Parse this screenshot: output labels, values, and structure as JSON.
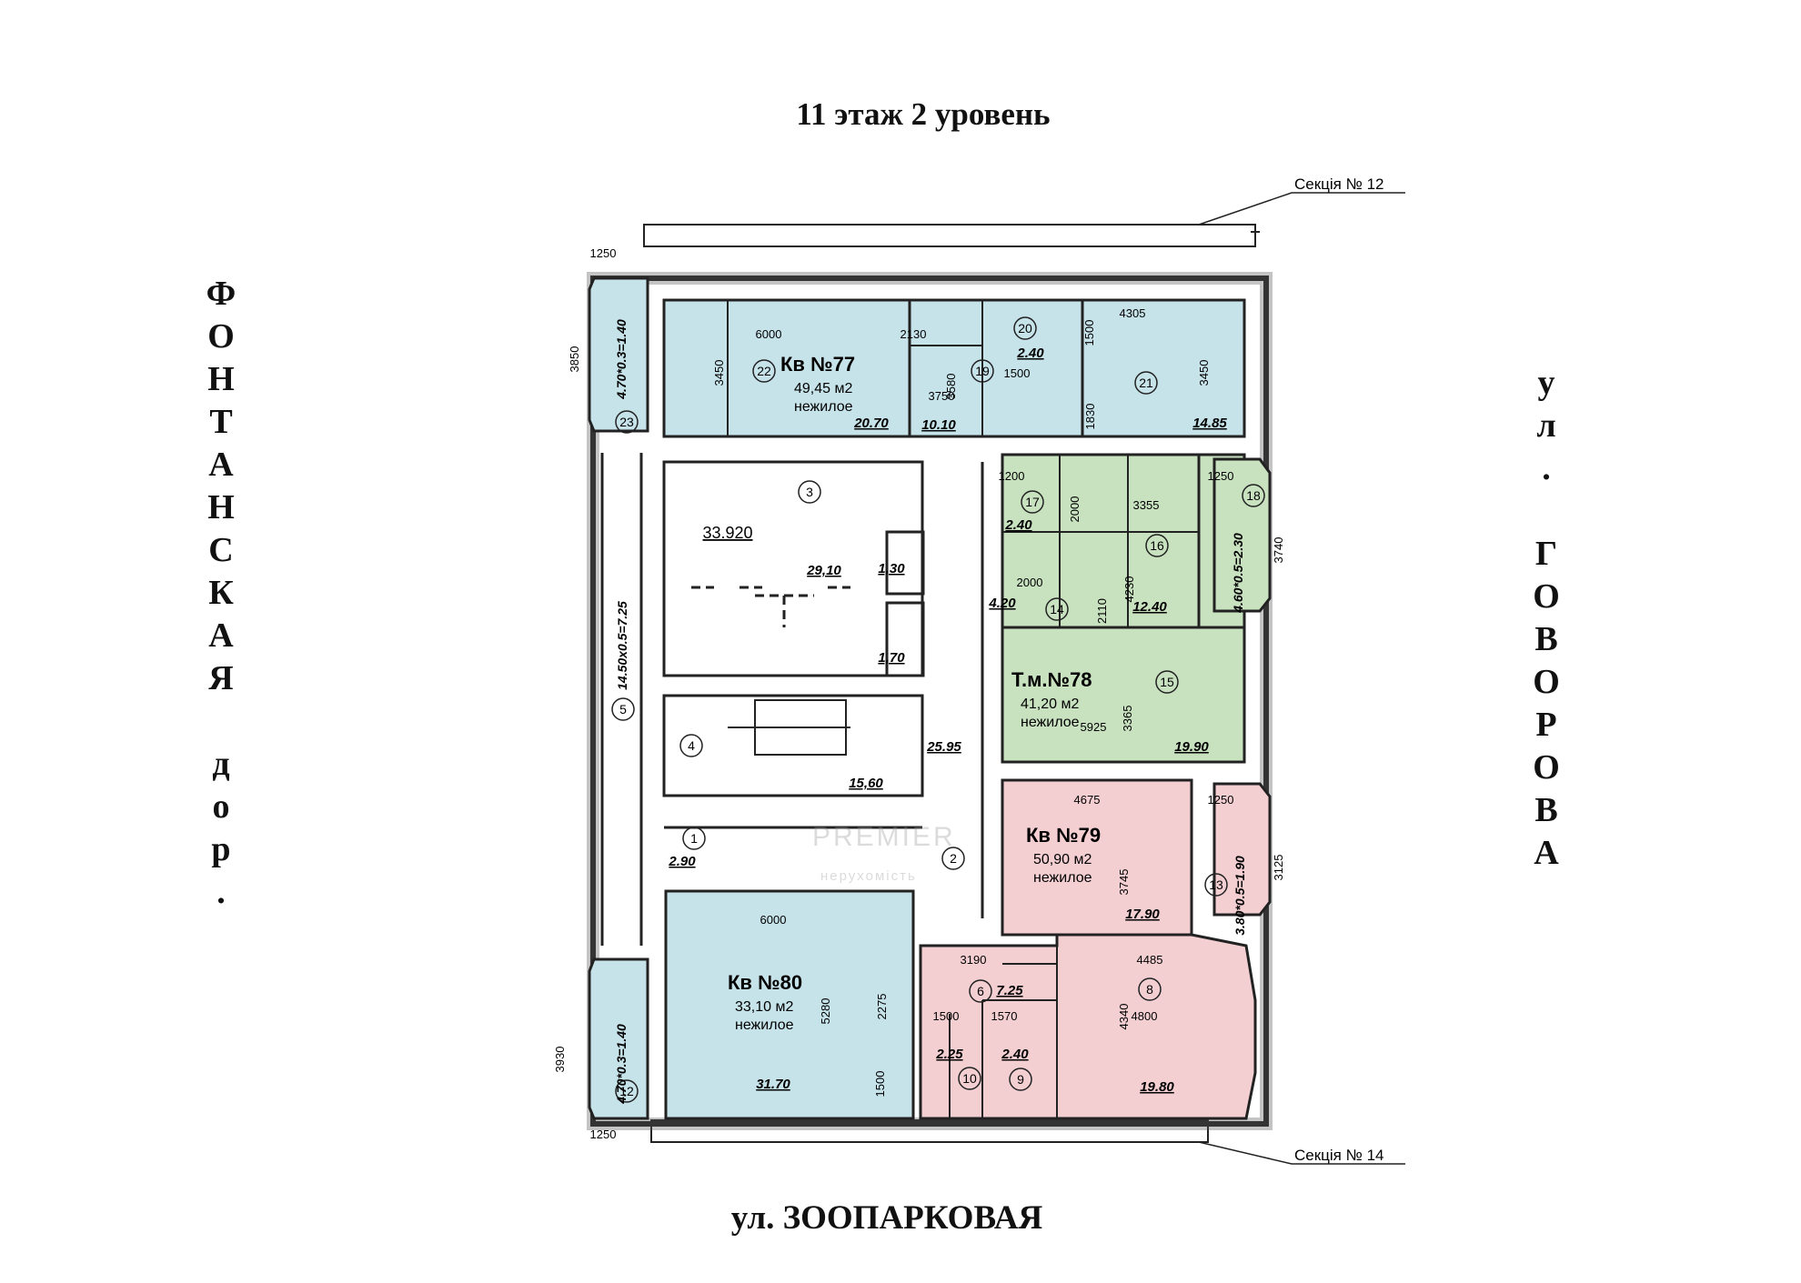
{
  "header": {
    "title": "11 этаж  2 уровень"
  },
  "streets": {
    "left": "ФОНТАНСКАЯ дор.",
    "right": "ул. ГОВОРОВА",
    "bottom": "ул. ЗООПАРКОВАЯ"
  },
  "sections": {
    "top": "Секція № 12",
    "bottom": "Секція № 14"
  },
  "watermark": {
    "line1": "PREMIER",
    "line2": "нерухомість"
  },
  "units": [
    {
      "name": "Кв №77",
      "area": "49,45 м2",
      "type": "нежилое",
      "color": "#c6e3ea"
    },
    {
      "name": "Т.м.№78",
      "area": "41,20 м2",
      "type": "нежилое",
      "color": "#c8e2c0"
    },
    {
      "name": "Кв №79",
      "area": "50,90 м2",
      "type": "нежилое",
      "color": "#f4cfd2"
    },
    {
      "name": "Кв №80",
      "area": "33,10 м2",
      "type": "нежилое",
      "color": "#c6e3ea"
    }
  ],
  "room_numbers": [
    "1",
    "2",
    "3",
    "4",
    "5",
    "6",
    "8",
    "9",
    "10",
    "12",
    "13",
    "14",
    "15",
    "16",
    "17",
    "18",
    "19",
    "20",
    "21",
    "22",
    "23"
  ],
  "areas": {
    "r22": "20.70",
    "r19": "10.10",
    "r20": "2.40",
    "r21": "14.85",
    "r3": "29,10",
    "lift1": "1,30",
    "lift2": "1,70",
    "r4": "15,60",
    "r2": "25.95",
    "r1": "2.90",
    "r17": "2.40",
    "r14": "4.20",
    "r16": "12.40",
    "r15": "19.90",
    "r79": "17.90",
    "r6": "7.25",
    "r10": "2.25",
    "r9": "2.40",
    "r8": "19.80",
    "r80": "31.70",
    "mark": "33.920"
  },
  "balconies": {
    "b23": "4.70*0.3=1.40",
    "b12": "4.70*0.3=1.40",
    "b18": "4.60*0.5=2.30",
    "b13": "3.80*0.5=1.90",
    "b5": "14.50x0.5=7.25"
  },
  "dimensions": {
    "d1250a": "1250",
    "d3850": "3850",
    "d6000a": "6000",
    "d3450a": "3450",
    "d2130": "2130",
    "d3580": "3580",
    "d3750": "3750",
    "d1500a": "1500",
    "d1500b": "1500",
    "d1830": "1830",
    "d4305": "4305",
    "d3450b": "3450",
    "d1200": "1200",
    "d2000a": "2000",
    "d3355": "3355",
    "d4230": "4230",
    "d2000b": "2000",
    "d2110": "2110",
    "d1250b": "1250",
    "d3740": "3740",
    "d3365": "3365",
    "d5925": "5925",
    "d4675": "4675",
    "d3745": "3745",
    "d1250c": "1250",
    "d3125": "3125",
    "d6000b": "6000",
    "d5280": "5280",
    "d2275": "2275",
    "d1500c": "1500",
    "d3190": "3190",
    "d4485": "4485",
    "d4340": "4340",
    "d4800": "4800",
    "d1500d": "1500",
    "d1570": "1570",
    "d3930": "3930",
    "d1250d": "1250"
  }
}
